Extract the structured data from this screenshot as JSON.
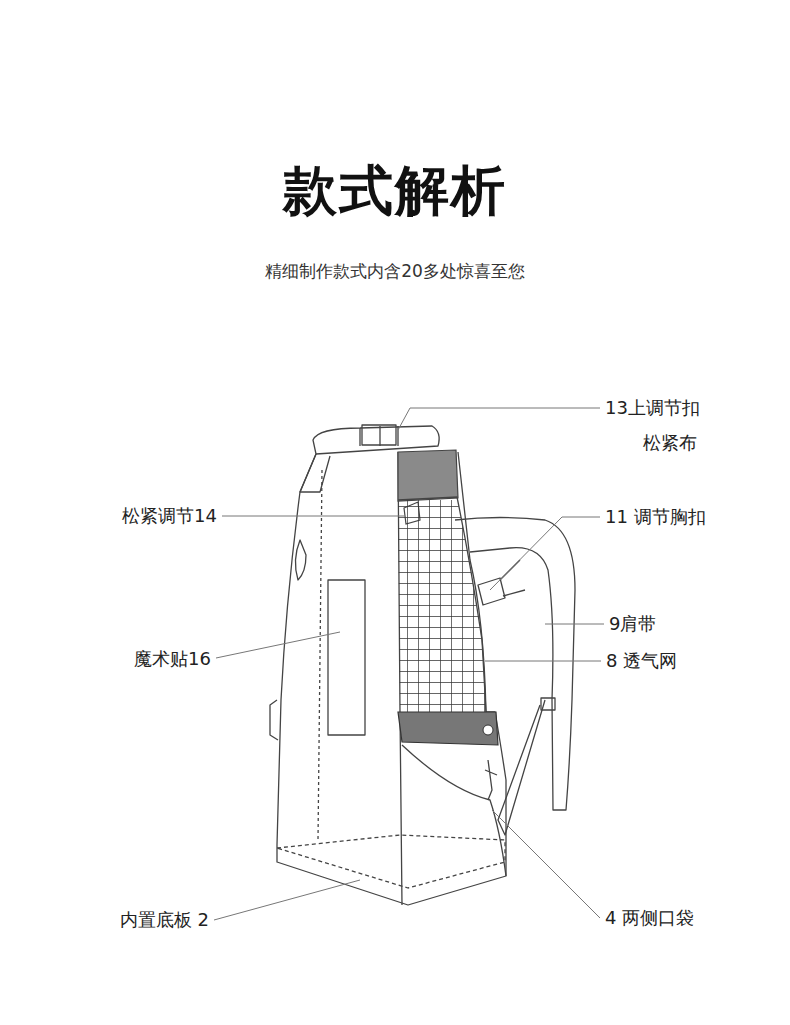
{
  "diagram": {
    "title": "款式解析",
    "caption": "精细制作款式内含20多处惊喜至您",
    "labels": [
      "13上调节扣",
      "松紧布",
      "松紧调节14",
      "11 调节胸扣",
      "9肩带",
      "魔术贴16",
      "8 透气网",
      "内置底板 2",
      "4 两侧口袋"
    ]
  }
}
